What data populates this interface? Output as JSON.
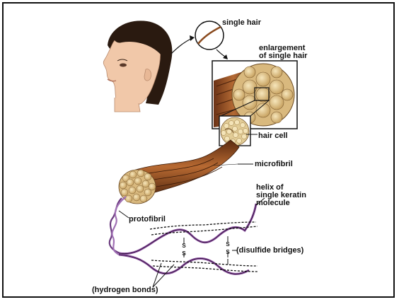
{
  "diagram": {
    "labels": {
      "single_hair": "single hair",
      "enlargement_line1": "enlargement",
      "enlargement_line2": "of single hair",
      "hair_cell": "hair cell",
      "microfibril": "microfibril",
      "helix_line1": "helix of",
      "helix_line2": "single keratin",
      "helix_line3": "molecule",
      "protofibril": "protofibril",
      "disulfide_bridges": "(disulfide bridges)",
      "hydrogen_bonds": "(hydrogen bonds)",
      "bond_s": "S"
    },
    "colors": {
      "hair_brown": "#7a3d1c",
      "hair_light": "#c9803f",
      "fiber_tan": "#e2cc96",
      "helix_purple": "#8a4f9e",
      "skin": "#f1c8a9",
      "head_hair": "#2a1a10"
    }
  }
}
